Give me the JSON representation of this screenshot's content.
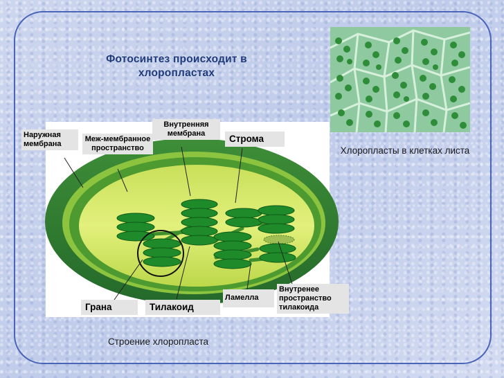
{
  "title": "Фотосинтез происходит в хлоропластах",
  "photo_caption": "Хлоропласты в клетках листа",
  "diagram_caption": "Строение хлоропласта",
  "labels": {
    "outer_membrane": "Наружная мембрана",
    "intermembrane_space": "Меж-мембранное пространство",
    "inner_membrane": "Внутренняя мембрана",
    "stroma": "Строма",
    "grana": "Грана",
    "thylakoid": "Тилакоид",
    "lamella": "Ламелла",
    "thylakoid_lumen": "Внутренее пространство тилакоида"
  },
  "colors": {
    "frame": "#4a64b8",
    "title": "#1f3b7a",
    "outer_membrane": "#2f7d2f",
    "inner_membrane": "#5aa635",
    "stroma": "#d8ea6a",
    "thylakoid": "#1e8a2a"
  }
}
